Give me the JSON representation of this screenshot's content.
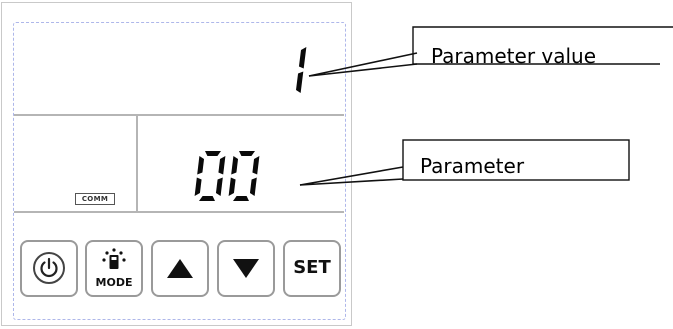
{
  "display": {
    "parameter_value": "1",
    "parameter": "00",
    "comm_label": "COMM"
  },
  "buttons": {
    "power_icon": "power-icon",
    "mode_label": "MODE",
    "up_icon": "up-arrow-icon",
    "down_icon": "down-arrow-icon",
    "set_label": "SET"
  },
  "callouts": {
    "parameter_value": "Parameter value",
    "parameter": "Parameter"
  }
}
